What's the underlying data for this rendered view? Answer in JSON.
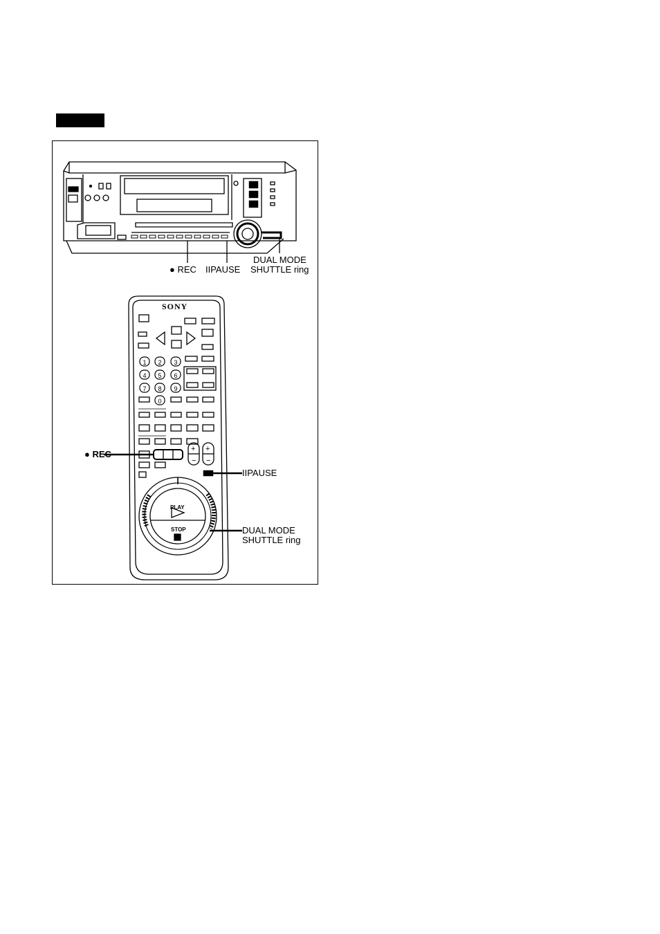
{
  "section_tab": "",
  "vcr_labels": {
    "rec": "● REC",
    "pause": "IIPAUSE",
    "shuttle_line1": "DUAL MODE",
    "shuttle_line2": "SHUTTLE ring"
  },
  "remote": {
    "brand": "SONY",
    "rec_label": "● REC",
    "pause_label": "IIPAUSE",
    "shuttle_line1": "DUAL MODE",
    "shuttle_line2": "SHUTTLE ring",
    "play": "PLAY",
    "stop": "STOP",
    "numbers": [
      "1",
      "2",
      "3",
      "4",
      "5",
      "6",
      "7",
      "8",
      "9",
      "0"
    ]
  },
  "colors": {
    "ink": "#000000",
    "paper": "#ffffff"
  }
}
